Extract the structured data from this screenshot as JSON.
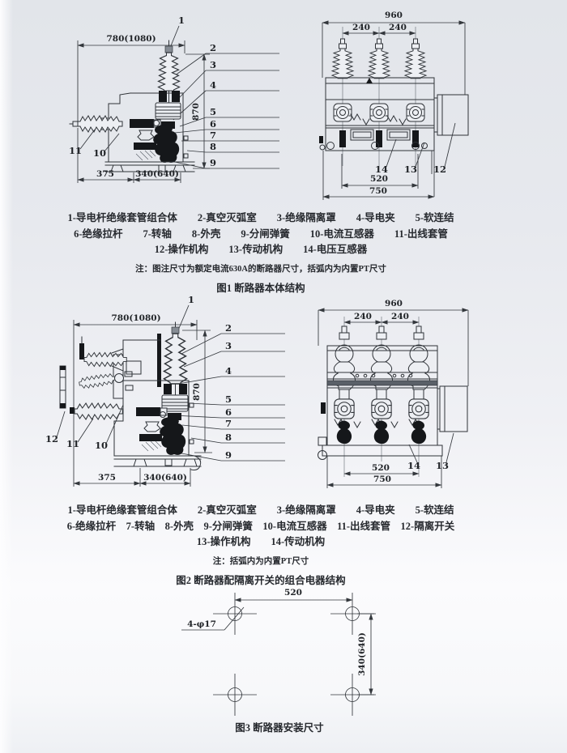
{
  "fig1": {
    "side": {
      "dims": {
        "width": "780(1080)",
        "height": "870",
        "bottom_left": "375",
        "bottom_right": "340(640)"
      },
      "callouts": [
        "1",
        "2",
        "3",
        "4",
        "5",
        "6",
        "7",
        "8",
        "9",
        "10",
        "11"
      ]
    },
    "front": {
      "dims": {
        "total_width": "960",
        "pole_left": "240",
        "pole_right": "240",
        "hole_span": "520",
        "base_width": "750"
      },
      "callouts": [
        "14",
        "13",
        "12"
      ]
    },
    "legend": [
      "1-导电杆绝缘套管组合体　　2-真空灭弧室　　3-绝缘隔离罩　　4-导电夹　　5-软连结",
      "6-绝缘拉杆　　7-转轴　　8-外壳　　9-分闸弹簧　　10-电流互感器　　11-出线套管",
      "12-操作机构　　13-传动机构　　14-电压互感器"
    ],
    "note": "注：图注尺寸为额定电流630A的断路器尺寸，括弧内为内置PT尺寸",
    "caption": "图1 断路器本体结构"
  },
  "fig2": {
    "side": {
      "dims": {
        "width": "780(1080)",
        "height": "870",
        "bottom_left": "375",
        "bottom_right": "340(640)"
      },
      "callouts": [
        "1",
        "2",
        "3",
        "4",
        "5",
        "6",
        "7",
        "8",
        "9",
        "10",
        "11",
        "12"
      ]
    },
    "front": {
      "dims": {
        "total_width": "960",
        "pole_left": "240",
        "pole_right": "240",
        "hole_span": "520",
        "base_width": "750"
      },
      "callouts": [
        "14",
        "13"
      ]
    },
    "legend": [
      "1-导电杆绝缘套管组合体　　2-真空灭弧室　　3-绝缘隔离罩　　4-导电夹　　5-软连结",
      "6-绝缘拉杆　7-转轴　8-外壳　9-分闸弹簧　10-电流互感器　11-出线套管　12-隔离开关",
      "13-操作机构　　14-传动机构"
    ],
    "note": "注：括弧内为内置PT尺寸",
    "caption": "图2 断路器配隔离开关的组合电器结构"
  },
  "fig3": {
    "dims": {
      "hole_span_h": "520",
      "hole_span_v": "340(640)",
      "holes": "4-φ17"
    },
    "caption": "图3 断路器安装尺寸"
  }
}
